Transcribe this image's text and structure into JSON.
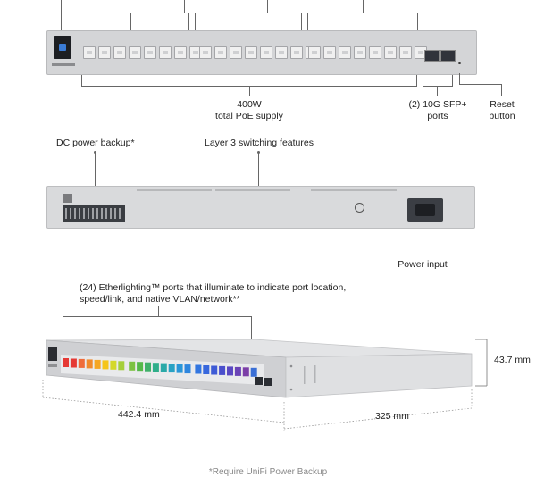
{
  "front_labels": {
    "poe": "400W\ntotal PoE supply",
    "sfp": "(2) 10G SFP+\nports",
    "reset": "Reset\nbutton"
  },
  "rear_labels": {
    "dc_backup": "DC power backup*",
    "layer3": "Layer 3 switching features",
    "power_input": "Power input"
  },
  "iso_labels": {
    "etherlighting": "(24) Etherlighting™ ports that illuminate to indicate port location,\nspeed/link, and native VLAN/network**",
    "height_dim": "43.7 mm",
    "width_dim": "442.4 mm",
    "depth_dim": "325 mm"
  },
  "footnote": "*Require UniFi Power Backup",
  "etherlighting_colors": [
    "#e53935",
    "#e53935",
    "#ef6c3a",
    "#f08a2c",
    "#f5a623",
    "#f5c518",
    "#d4d82a",
    "#a5cf3a",
    "#7cc242",
    "#55b84a",
    "#3fb06a",
    "#2fae8a",
    "#2aa9a8",
    "#29a2c4",
    "#2a96d8",
    "#2e86de",
    "#3276e0",
    "#3868dd",
    "#3e5bd6",
    "#4a4fcc",
    "#5a48c2",
    "#6a43b6",
    "#7c3fa8",
    "#3a6fd6"
  ],
  "port_count": 24
}
